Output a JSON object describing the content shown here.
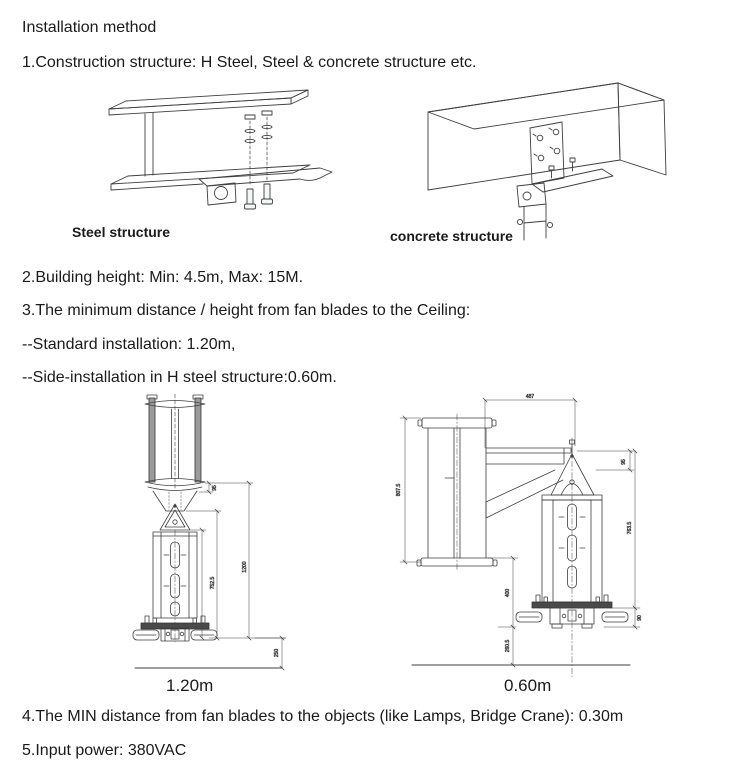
{
  "document": {
    "title": "Installation method",
    "lines": {
      "construction": "1.Construction structure: H Steel, Steel & concrete structure etc.",
      "building_height": "2.Building height: Min: 4.5m, Max: 15M.",
      "min_distance_heading": "3.The minimum distance / height from fan blades to the Ceiling:",
      "standard_install": "--Standard installation: 1.20m,",
      "side_install": "--Side-installation in H steel structure:0.60m.",
      "min_distance_objects": "4.The MIN distance from fan blades to the objects (like Lamps, Bridge Crane): 0.30m",
      "input_power": "5.Input power: 380VAC"
    }
  },
  "figures": {
    "steel": {
      "caption": "Steel structure"
    },
    "concrete": {
      "caption": "concrete structure"
    },
    "standard": {
      "label": "1.20m",
      "dims": {
        "h95": "95",
        "h752": "752.5",
        "h1200": "1200",
        "h250": "250"
      }
    },
    "side": {
      "label": "0.60m",
      "dims": {
        "w487": "487",
        "h95": "95",
        "h807": "807.5",
        "h763": "763.5",
        "h400": "400",
        "h260": "260.5",
        "h90": "90"
      }
    }
  },
  "colors": {
    "background": "#ffffff",
    "text": "#000000",
    "drawing_line": "#3f3f3f"
  }
}
